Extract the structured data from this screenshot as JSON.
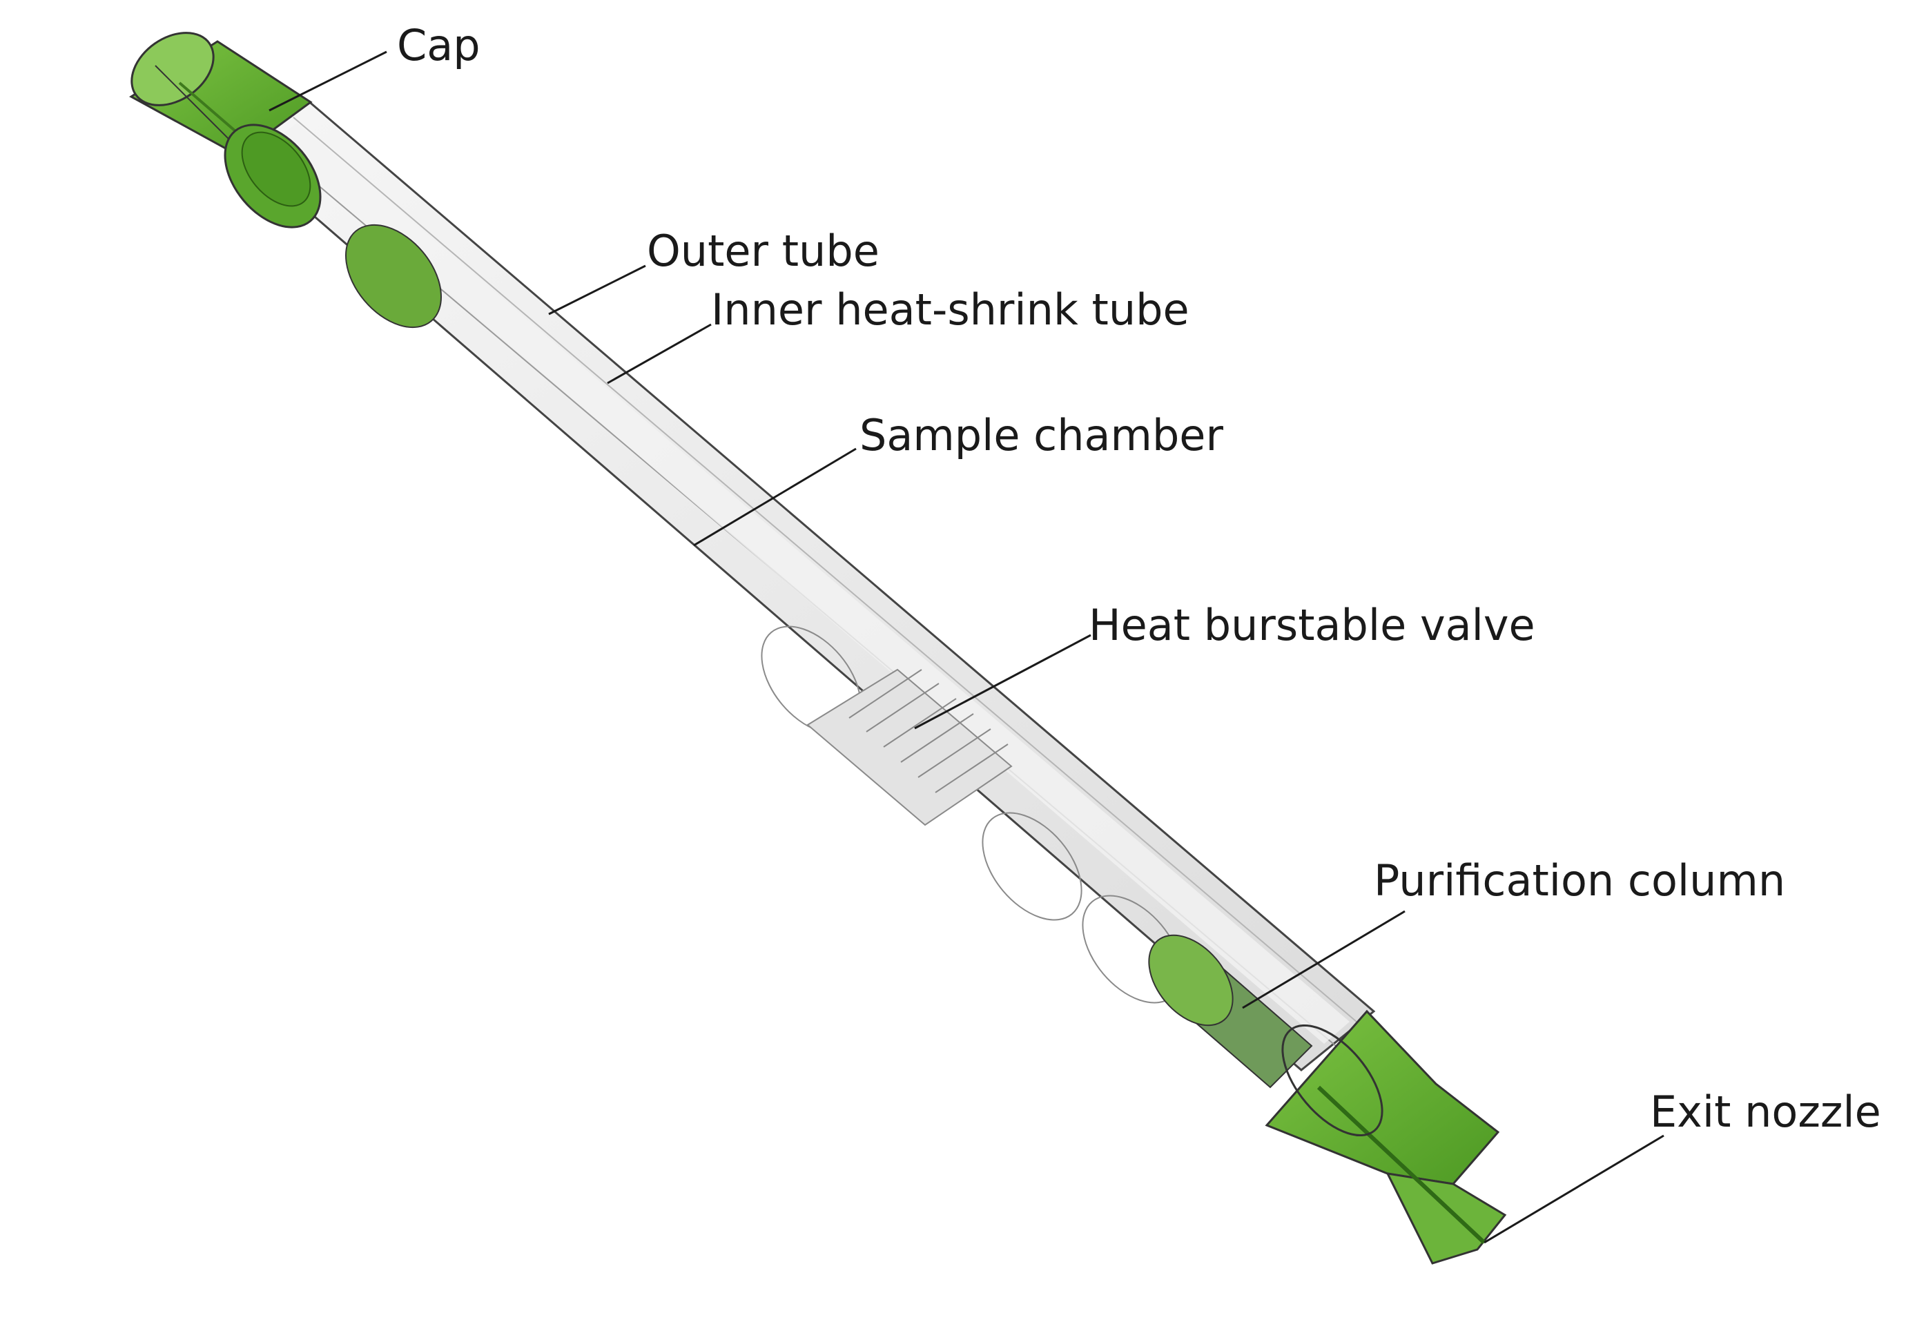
{
  "labels": {
    "cap": "Cap",
    "outer_tube": "Outer tube",
    "inner_tube": "Inner heat-shrink tube",
    "sample_chamber": "Sample chamber",
    "valve": "Heat burstable valve",
    "column": "Purification column",
    "nozzle": "Exit nozzle"
  },
  "colors": {
    "green_fill": "#6fb33a",
    "green_dark": "#4f8f25",
    "tube_fill": "#ececec",
    "line": "#2a2a2a"
  }
}
